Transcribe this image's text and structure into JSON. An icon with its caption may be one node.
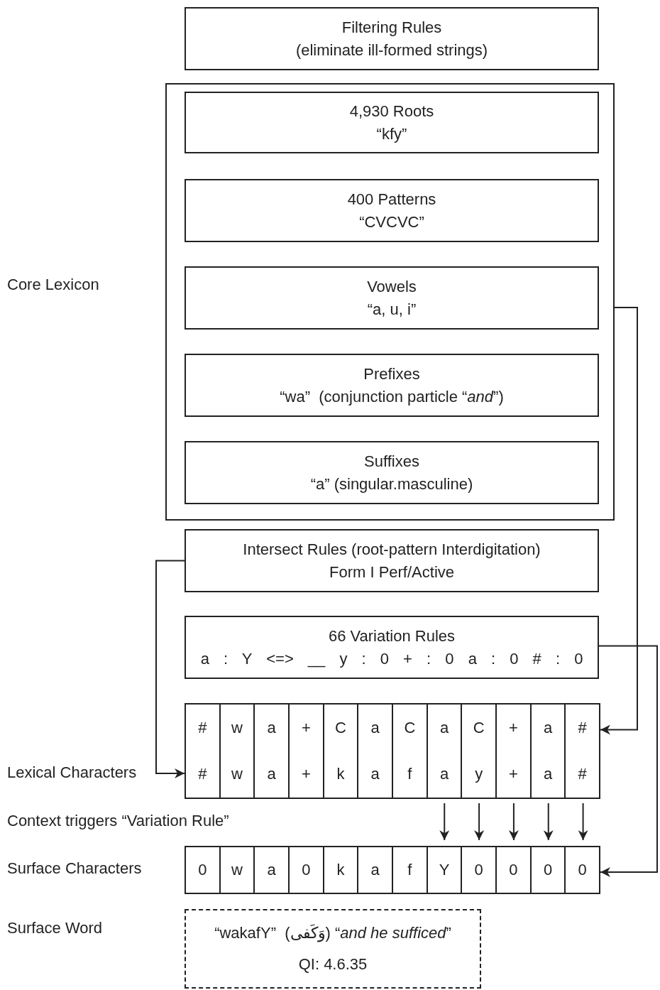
{
  "diagram": {
    "nodes": [
      {
        "text": [
          "Filtering Rules",
          "(eliminate ill-formed strings)"
        ]
      },
      {
        "text": [
          "Core Lexicon"
        ]
      },
      {
        "text": [
          "4,930 Roots",
          "“kfy”"
        ],
        "in": 1
      },
      {
        "text": [
          "400 Patterns",
          "“CVCVC”"
        ],
        "in": 1
      },
      {
        "text": [
          "Vowels",
          "“a, u, i”"
        ],
        "in": 1
      },
      {
        "text": [
          "Prefixes",
          "“wa”  (conjunction particle “*and*”)"
        ],
        "in": 1
      },
      {
        "text": [
          "Suffixes",
          "“a” (singular.masculine)"
        ],
        "in": 1
      },
      {
        "text": [
          "Intersect Rules (root-pattern Interdigitation)",
          "Form I Perf/Active"
        ]
      },
      {
        "text": [
          "66 Variation Rules",
          "a : Y <=> __ y : 0 + : 0 a : 0 # : 0"
        ]
      },
      {
        "text": [
          "#",
          "w",
          "a",
          "+",
          "C",
          "a",
          "C",
          "a",
          "C",
          "+",
          "a",
          "#"
        ]
      },
      {
        "text": [
          "#",
          "w",
          "a",
          "+",
          "k",
          "a",
          "f",
          "a",
          "y",
          "+",
          "a",
          "#"
        ],
        "beside": [
          "Lexical Characters"
        ]
      },
      {
        "text": [
          "0",
          "w",
          "a",
          "0",
          "k",
          "a",
          "f",
          "Y",
          "0",
          "0",
          "0",
          "0"
        ],
        "beside": [
          "Surface Characters"
        ]
      },
      {
        "text": [
          "“wakafY”  (وَكَفى) “*and he sufficed*”",
          "QI: 4.6.35"
        ]
      }
    ],
    "edges": [
      {
        "from": 1,
        "to": 9,
        "arrow": "to"
      },
      {
        "from": 7,
        "to": 10,
        "arrow": "to"
      },
      {
        "from": 8,
        "to": 11,
        "arrow": "to"
      },
      {
        "from": 10,
        "to": 11,
        "arrow": "to"
      },
      {
        "from": 10,
        "to": 11,
        "arrow": "to"
      },
      {
        "from": 10,
        "to": 11,
        "arrow": "to"
      },
      {
        "from": 10,
        "to": 11,
        "arrow": "to"
      },
      {
        "from": 10,
        "to": 11,
        "arrow": "to"
      }
    ],
    "labels": [
      "Context triggers “Variation Rule”",
      "Surface Word"
    ]
  }
}
